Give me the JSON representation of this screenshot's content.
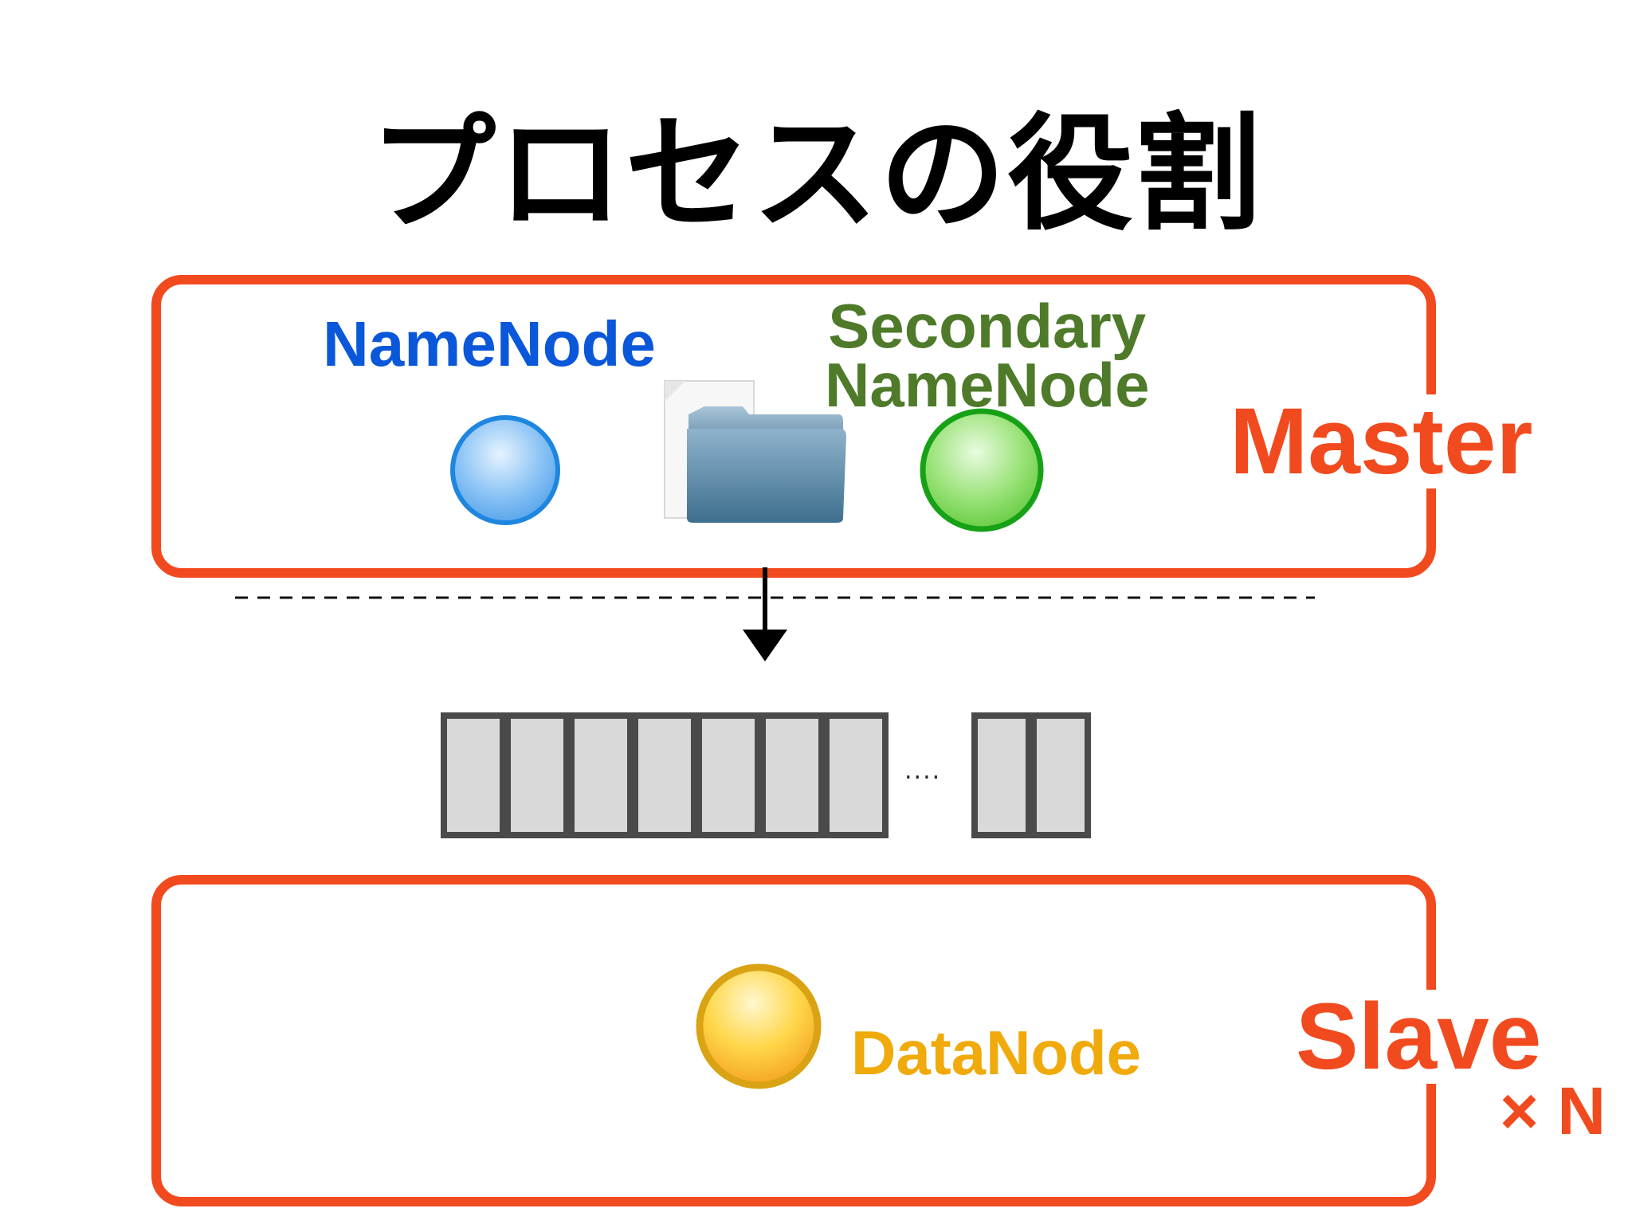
{
  "title": "プロセスの役割",
  "master": {
    "label": "Master",
    "namenode_label": "NameNode",
    "secondary_line1": "Secondary",
    "secondary_line2": "NameNode"
  },
  "slave": {
    "label": "Slave",
    "datanode_label": "DataNode",
    "multiplier": "× N"
  },
  "blocks": {
    "ellipsis": "....",
    "left_group_count": 7,
    "right_group_count": 2
  },
  "colors": {
    "accent_red": "#f24a1f",
    "namenode_blue": "#0a58d9",
    "secondary_green": "#4e7a2a",
    "datanode_orange": "#f0aa0c"
  },
  "icons": {
    "namenode": "blue-circle-icon",
    "secondary": "green-circle-icon",
    "datanode": "yellow-circle-icon",
    "metadata": "folder-icon"
  }
}
